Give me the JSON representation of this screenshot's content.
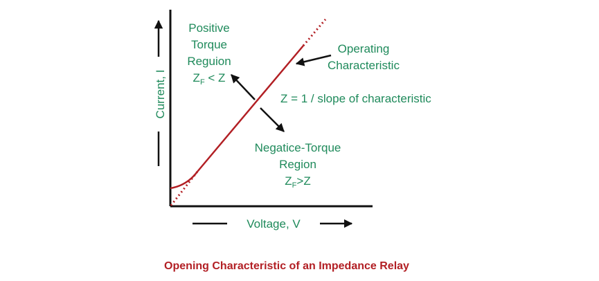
{
  "colors": {
    "text_green": "#1f8a5b",
    "curve_red": "#b21f24",
    "axis_black": "#111111"
  },
  "axes": {
    "y_label": "Current, I",
    "x_label": "Voltage, V"
  },
  "regions": {
    "positive": {
      "line1": "Positive",
      "line2": "Torque",
      "line3": "Reguion",
      "condition_prefix": "Z",
      "condition_sub": "F",
      "condition_suffix": " < Z"
    },
    "negative": {
      "line1": "Negatice-Torque",
      "line2": "Region",
      "condition_prefix": "Z",
      "condition_sub": "F",
      "condition_suffix": ">Z"
    }
  },
  "operating": {
    "line1": "Operating",
    "line2": "Characteristic"
  },
  "slope_note": "Z = 1 / slope of characteristic",
  "caption": "Opening Characteristic of an Impedance Relay"
}
